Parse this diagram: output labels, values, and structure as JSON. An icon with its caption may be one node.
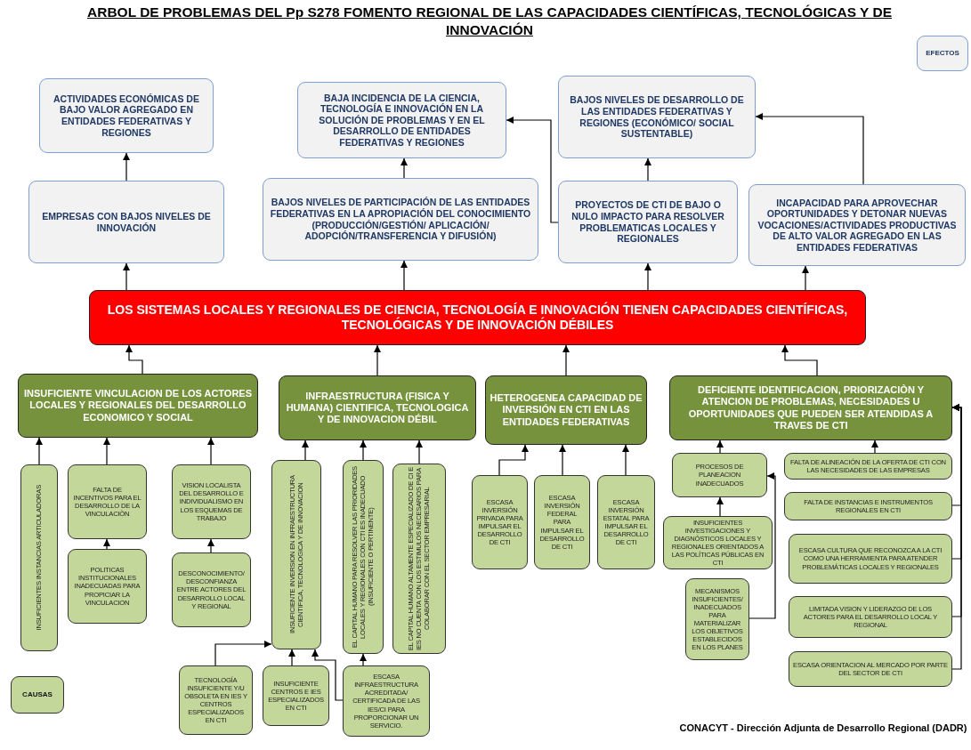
{
  "diagram": {
    "title": "ARBOL DE PROBLEMAS DEL Pp S278 FOMENTO REGIONAL DE LAS CAPACIDADES CIENTÍFICAS, TECNOLÓGICAS Y DE INNOVACIÓN",
    "nodes": [
      {
        "text": [
          "ACTIVIDADES ECONÓMICAS DE BAJO VALOR AGREGADO EN ENTIDADES FEDERATIVAS Y REGIONES"
        ]
      },
      {
        "text": [
          "BAJA INCIDENCIA DE LA CIENCIA, TECNOLOGÍA E INNOVACIÓN EN LA SOLUCIÓN DE PROBLEMAS Y EN EL DESARROLLO DE ENTIDADES FEDERATIVAS Y REGIONES"
        ]
      },
      {
        "text": [
          "BAJOS NIVELES DE DESARROLLO DE LAS ENTIDADES FEDERATIVAS Y REGIONES (ECONÓMICO/ SOCIAL SUSTENTABLE)"
        ]
      },
      {
        "text": [
          "EMPRESAS CON BAJOS NIVELES DE INNOVACIÓN"
        ]
      },
      {
        "text": [
          "BAJOS NIVELES DE PARTICIPACIÓN DE LAS ENTIDADES FEDERATIVAS EN LA APROPIACIÓN DEL CONOCIMIENTO (PRODUCCIÓN/GESTIÓN/ APLICACIÓN/ ADOPCIÓN/TRANSFERENCIA Y DIFUSIÓN)"
        ]
      },
      {
        "text": [
          "PROYECTOS DE CTI DE BAJO O NULO IMPACTO PARA RESOLVER PROBLEMATICAS LOCALES Y REGIONALES"
        ]
      },
      {
        "text": [
          "INCAPACIDAD PARA APROVECHAR OPORTUNIDADES Y DETONAR NUEVAS VOCACIONES/ACTIVIDADES PRODUCTIVAS DE ALTO VALOR AGREGADO EN LAS ENTIDADES FEDERATIVAS"
        ]
      },
      {
        "text": [
          "LOS SISTEMAS LOCALES Y REGIONALES DE CIENCIA, TECNOLOGÍA E INNOVACIÓN TIENEN CAPACIDADES CIENTÍFICAS, TECNOLÓGICAS Y DE INNOVACIÓN DÉBILES"
        ]
      },
      {
        "text": [
          "INSUFICIENTE VINCULACION DE LOS ACTORES LOCALES Y REGIONALES DEL DESARROLLO ECONOMICO Y SOCIAL"
        ]
      },
      {
        "text": [
          "INFRAESTRUCTURA (FISICA Y HUMANA) CIENTIFICA, TECNOLOGICA Y DE INNOVACION DÉBIL"
        ]
      },
      {
        "text": [
          "HETEROGENEA CAPACIDAD DE INVERSIÓN EN CTI EN LAS ENTIDADES FEDERATIVAS"
        ]
      },
      {
        "text": [
          "DEFICIENTE IDENTIFICACION, PRIORIZACIÒN Y ATENCION DE PROBLEMAS, NECESIDADES U OPORTUNIDADES QUE PUEDEN SER ATENDIDAS A TRAVES DE CTI"
        ]
      },
      {
        "text": [
          "INSUFICIENTES INSTANCIAS ARTICULADORAS"
        ]
      },
      {
        "text": [
          "FALTA DE INCENTIVOS PARA EL DESARROLLO DE LA VINCULACIÒN"
        ]
      },
      {
        "text": [
          "POLITICAS INSTITUCIONALES INADECUADAS PARA PROPICIAR LA VINCULACION"
        ]
      },
      {
        "text": [
          "VISION LOCALISTA DEL DESARROLLO E INDIVIDUALISMO EN LOS ESQUEMAS DE TRABAJO"
        ]
      },
      {
        "text": [
          "DESCONOCIMIENTO/ DESCONFIANZA ENTRE ACTORES DEL DESARROLLO LOCAL Y REGIONAL"
        ]
      },
      {
        "text": [
          "INSUFICIENTE INVERSION EN INFRAESTRUCTURA CIENTIFICA, TECNOLOGICA Y DE INNOVACION"
        ]
      },
      {
        "text": [
          "EL CAPITAL HUMANO PARA RESOLVER LAS PRIORIDADES LOCALES Y REGIONALES CON CTI ES INADECUADO (INSUFICIENTE O PERTINENTE)"
        ]
      },
      {
        "text": [
          "EL CAPITAL HUMANO ALTAMENTE ESPECIALIZADO DE CI E IES NO CUENTA CON LOS ESTIMULOS NECESARIOS PARA COLABORAR CON EL SECTOR EMPRESARIAL"
        ]
      },
      {
        "text": [
          "TECNOLOGÍA INSUFICIENTE Y/U OBSOLETA EN IES Y CENTROS ESPECIALIZADOS EN CTI"
        ]
      },
      {
        "text": [
          "INSUFICIENTE CENTROS E IES ESPECIALIZADOS EN CTI"
        ]
      },
      {
        "text": [
          "ESCASA INFRAESTRUCTURA ACREDITADA/ CERTIFICADA DE LAS IES/CI PARA PROPORCIONAR UN SERVICIO."
        ]
      },
      {
        "text": [
          "ESCASA INVERSIÓN PRIVADA PARA IMPULSAR EL DESARROLLO DE CTI"
        ]
      },
      {
        "text": [
          "ESCASA INVERSIÓN FEDERAL PARA IMPULSAR EL DESARROLLO DE CTI"
        ]
      },
      {
        "text": [
          "ESCASA INVERSIÓN ESTATAL PARA IMPULSAR EL DESARROLLO DE CTI"
        ]
      },
      {
        "text": [
          "PROCESOS DE PLANEACION INADECUADOS"
        ]
      },
      {
        "text": [
          "INSUFICIENTES INVESTIGACIONES Y DIAGNÓSTICOS LOCALES Y REGIONALES ORIENTADOS A LAS POLÍTICAS PÚBLICAS EN CTI"
        ]
      },
      {
        "text": [
          "MECANISMOS INSUFICIENTES/ INADECUADOS PARA MATERIALIZAR LOS OBJETIVOS ESTABLECIDOS EN LOS PLANES"
        ]
      },
      {
        "text": [
          "FALTA DE ALINEACIÓN DE LA OFERTA DE CTI CON LAS NECESIDADES DE LAS EMPRESAS"
        ]
      },
      {
        "text": [
          "FALTA DE INSTANCIAS E INSTRUMENTOS REGIONALES EN CTI"
        ]
      },
      {
        "text": [
          "ESCASA CULTURA QUE RECONOZCA A LA CTI COMO UNA HERRAMIENTA PARA ATENDER PROBLEMÁTICAS LOCALES Y REGIONALES"
        ]
      },
      {
        "text": [
          "LIMITADA VISION Y LIDERAZGO DE LOS ACTORES PARA EL DESARROLLO LOCAL Y REGIONAL"
        ]
      },
      {
        "text": [
          "ESCASA ORIENTACION AL MERCADO POR PARTE DEL SECTOR DE CTI"
        ]
      },
      {
        "text": [
          "EFECTOS"
        ]
      },
      {
        "text": [
          "CAUSAS"
        ]
      }
    ],
    "edges": [
      {
        "from": 3,
        "to": 0,
        "arrow": "to"
      },
      {
        "from": 4,
        "to": 1,
        "arrow": "to"
      },
      {
        "from": 5,
        "to": 1,
        "arrow": "to"
      },
      {
        "from": 5,
        "to": 2,
        "arrow": "to"
      },
      {
        "from": 6,
        "to": 2,
        "arrow": "to"
      },
      {
        "from": 7,
        "to": 3,
        "arrow": "to"
      },
      {
        "from": 7,
        "to": 4,
        "arrow": "to"
      },
      {
        "from": 7,
        "to": 5,
        "arrow": "to"
      },
      {
        "from": 7,
        "to": 6,
        "arrow": "to"
      },
      {
        "from": 8,
        "to": 7,
        "arrow": "to"
      },
      {
        "from": 9,
        "to": 7,
        "arrow": "to"
      },
      {
        "from": 10,
        "to": 7,
        "arrow": "to"
      },
      {
        "from": 11,
        "to": 7,
        "arrow": "to"
      },
      {
        "from": 12,
        "to": 8,
        "arrow": "to"
      },
      {
        "from": 13,
        "to": 8,
        "arrow": "to"
      },
      {
        "from": 15,
        "to": 8,
        "arrow": "to"
      },
      {
        "from": 14,
        "to": 13,
        "arrow": "to"
      },
      {
        "from": 16,
        "to": 15,
        "arrow": "to"
      },
      {
        "from": 17,
        "to": 9,
        "arrow": "to"
      },
      {
        "from": 18,
        "to": 9,
        "arrow": "to"
      },
      {
        "from": 19,
        "to": 9,
        "arrow": "to"
      },
      {
        "from": 21,
        "to": 17,
        "arrow": "to"
      },
      {
        "from": 22,
        "to": 18,
        "arrow": "to"
      },
      {
        "from": 22,
        "to": 17,
        "arrow": "to"
      },
      {
        "from": 20,
        "to": 17,
        "arrow": "to"
      },
      {
        "from": 23,
        "to": 10,
        "arrow": "to"
      },
      {
        "from": 24,
        "to": 10,
        "arrow": "to"
      },
      {
        "from": 25,
        "to": 10,
        "arrow": "to"
      },
      {
        "from": 26,
        "to": 11,
        "arrow": "to"
      },
      {
        "from": 29,
        "to": 11,
        "arrow": "to"
      },
      {
        "from": 27,
        "to": 26,
        "arrow": "to"
      },
      {
        "from": 28,
        "to": 26,
        "arrow": "to"
      },
      {
        "from": 30,
        "to": 11,
        "arrow": "to"
      },
      {
        "from": 31,
        "to": 11,
        "arrow": "to"
      },
      {
        "from": 32,
        "to": 11,
        "arrow": "to"
      },
      {
        "from": 33,
        "to": 11,
        "arrow": "to"
      }
    ],
    "labels": [
      "CONACYT - Dirección Adjunta de Desarrollo Regional (DADR)"
    ]
  }
}
